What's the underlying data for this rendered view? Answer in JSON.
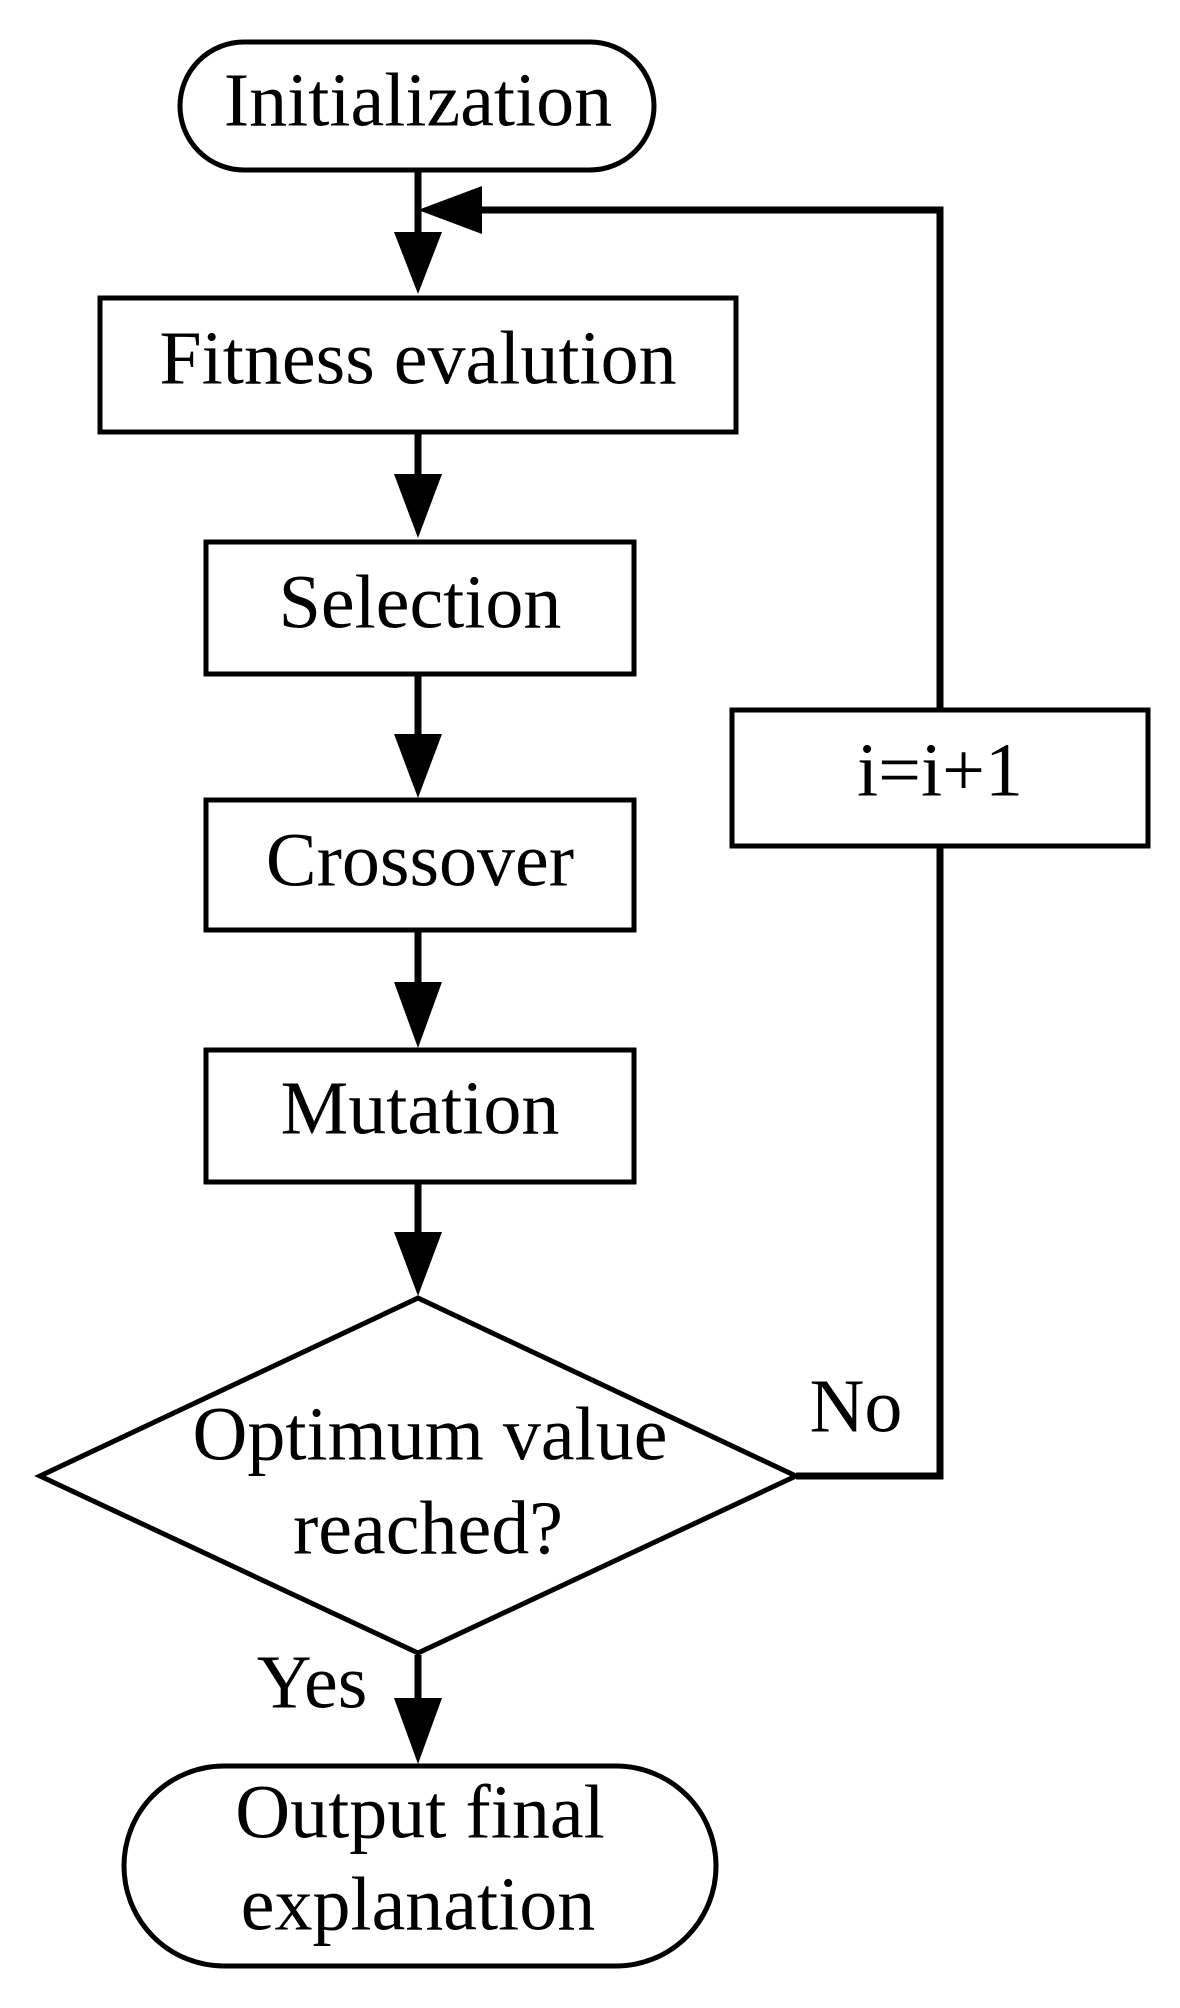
{
  "nodes": {
    "start": "Initialization",
    "fitness": "Fitness evalution",
    "selection": "Selection",
    "crossover": "Crossover",
    "mutation": "Mutation",
    "decision_line1": "Optimum value",
    "decision_line2": "reached?",
    "increment": "i=i+1",
    "end_line1": "Output final",
    "end_line2": "explanation"
  },
  "edges": {
    "no": "No",
    "yes": "Yes"
  },
  "colors": {
    "stroke": "#000000",
    "background": "#ffffff"
  }
}
